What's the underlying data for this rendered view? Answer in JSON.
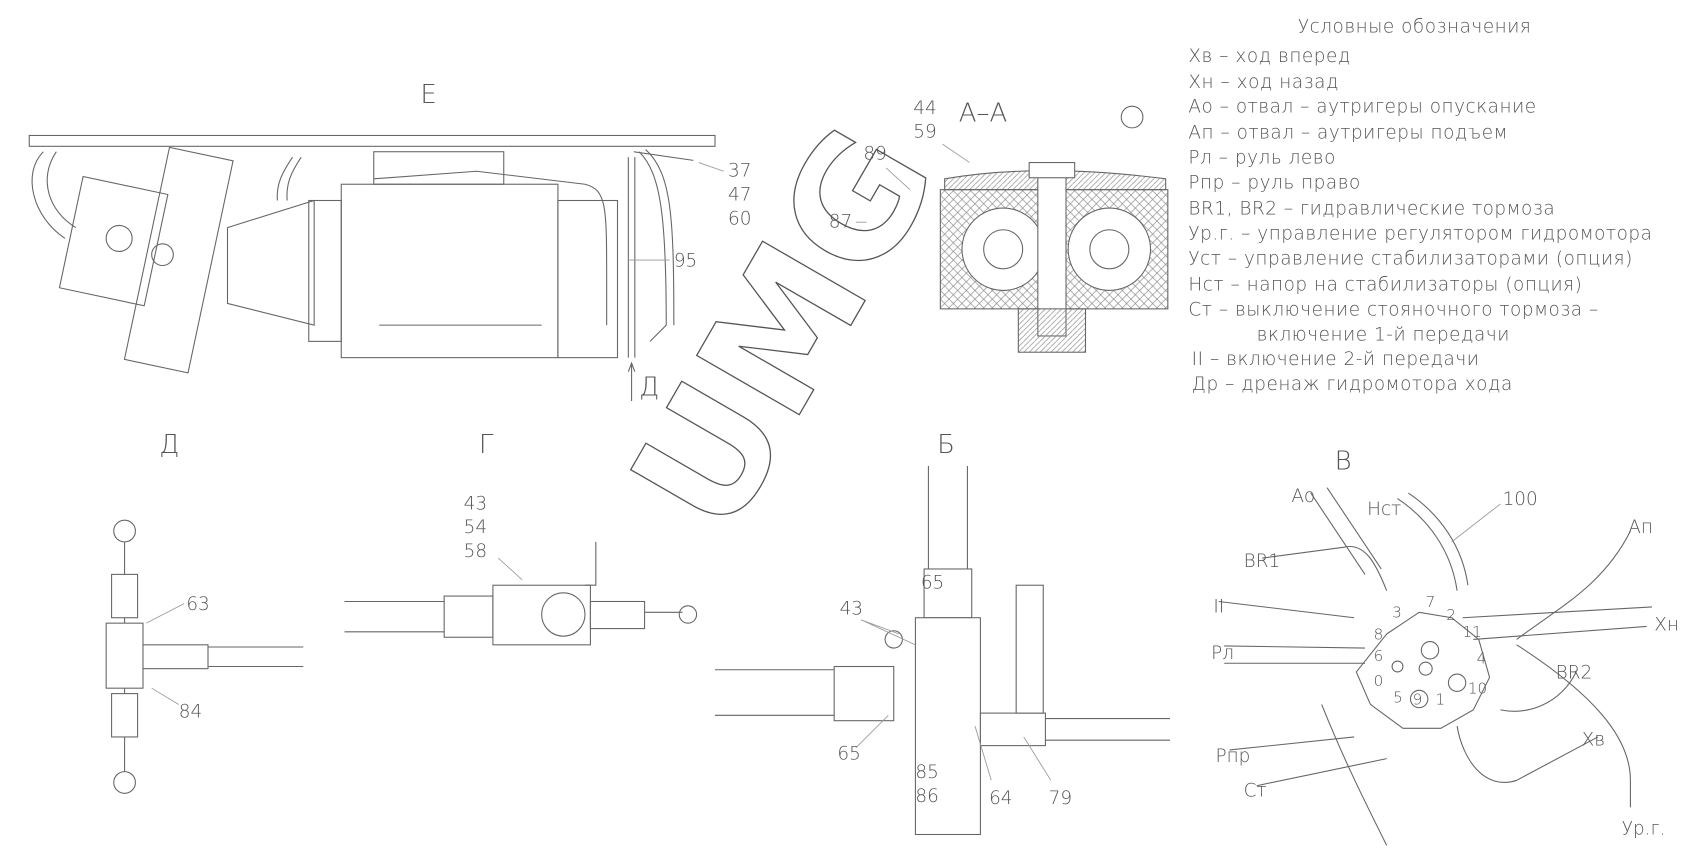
{
  "watermark": "UMG",
  "legend": {
    "title": "Условные обозначения",
    "items": [
      "Хв – ход вперед",
      "Хн – ход назад",
      "Ао – отвал – аутригеры опускание",
      "Ап – отвал – аутригеры подъем",
      "Рл – руль лево",
      "Рпр – руль право",
      "BR1, BR2 – гидравлические тормоза",
      "Ур.г. – управление регулятором гидромотора",
      "Уст – управление стабилизаторами (опция)",
      "Нст – напор на стабилизаторы (опция)",
      "Ст – выключение стояночного тормоза –",
      "включение 1-й передачи",
      "II – включение 2-й передачи",
      "Др – дренаж гидромотора хода"
    ]
  },
  "views": {
    "e": {
      "title": "Е",
      "callouts": [
        "37",
        "47",
        "60",
        "95"
      ],
      "arrow_label": "Д"
    },
    "section": {
      "title": "А–А",
      "callouts": [
        "44",
        "59",
        "89",
        "87"
      ]
    },
    "d": {
      "title": "Д",
      "callouts": [
        "63",
        "84"
      ]
    },
    "g": {
      "title": "Г",
      "callouts": [
        "43",
        "54",
        "58"
      ]
    },
    "b": {
      "title": "Б",
      "callouts": [
        "65",
        "43",
        "65",
        "85",
        "86",
        "64",
        "79"
      ]
    },
    "v": {
      "title": "В",
      "ports": [
        "Ао",
        "Нст",
        "100",
        "Ап",
        "BR1",
        "II",
        "Хн",
        "Рл",
        "BR2",
        "Хв",
        "Рпр",
        "Ст",
        "Ур.г."
      ],
      "plate_numbers": [
        "7",
        "2",
        "3",
        "11",
        "8",
        "6",
        "4",
        "0",
        "10",
        "5",
        "9",
        "1"
      ]
    }
  }
}
